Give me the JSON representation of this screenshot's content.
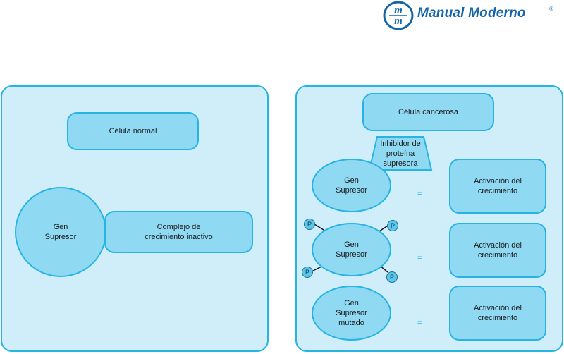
{
  "logo": {
    "mark": "mm",
    "text": "Manual Moderno",
    "registered": "®"
  },
  "normal_panel": {
    "title": "Célula normal",
    "gene": "Gen\nSupresor",
    "complex": "Complejo de\ncrecimiento inactivo"
  },
  "cancer_panel": {
    "title": "Célula cancerosa",
    "inhibitor": "Inhibidor de\nproteína\nsupresora",
    "rows": [
      {
        "gene": "Gen\nSupresor",
        "equals": "=",
        "result": "Activación del\ncrecimiento"
      },
      {
        "gene": "Gen\nSupresor",
        "equals": "=",
        "result": "Activación del\ncrecimiento"
      },
      {
        "gene": "Gen\nSupresor\nmutado",
        "equals": "=",
        "result": "Activación del\ncrecimiento"
      }
    ],
    "phosphate_label": "P"
  },
  "colors": {
    "panel_fill": "#cfeefa",
    "shape_fill": "#8fd9f3",
    "stroke": "#27b4e3",
    "logo": "#1566a8"
  }
}
